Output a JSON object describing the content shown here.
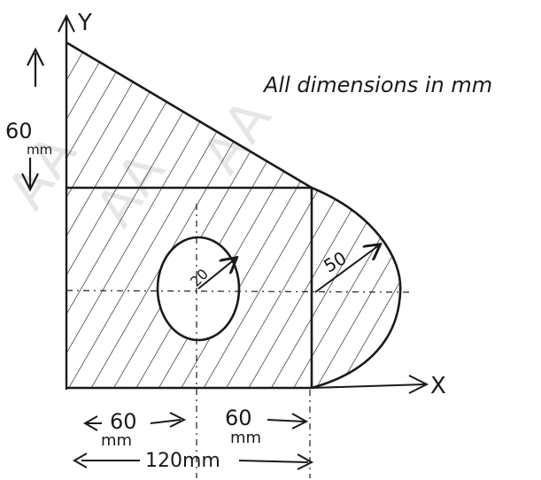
{
  "diagram": {
    "note": "All dimensions in mm",
    "axis_y": "Y",
    "axis_x": "X",
    "dim_height": "60",
    "dim_height_unit": "mm",
    "dim_radius_semicircle": "50",
    "dim_radius_hole": "20",
    "dim_left_segment": "60",
    "dim_left_unit": "mm",
    "dim_right_segment": "60",
    "dim_right_unit": "mm",
    "dim_total_width": "120mm",
    "watermark": "AA"
  },
  "colors": {
    "ink": "#1a1a1a",
    "watermark": "#cfcfcf",
    "background": "#ffffff"
  }
}
